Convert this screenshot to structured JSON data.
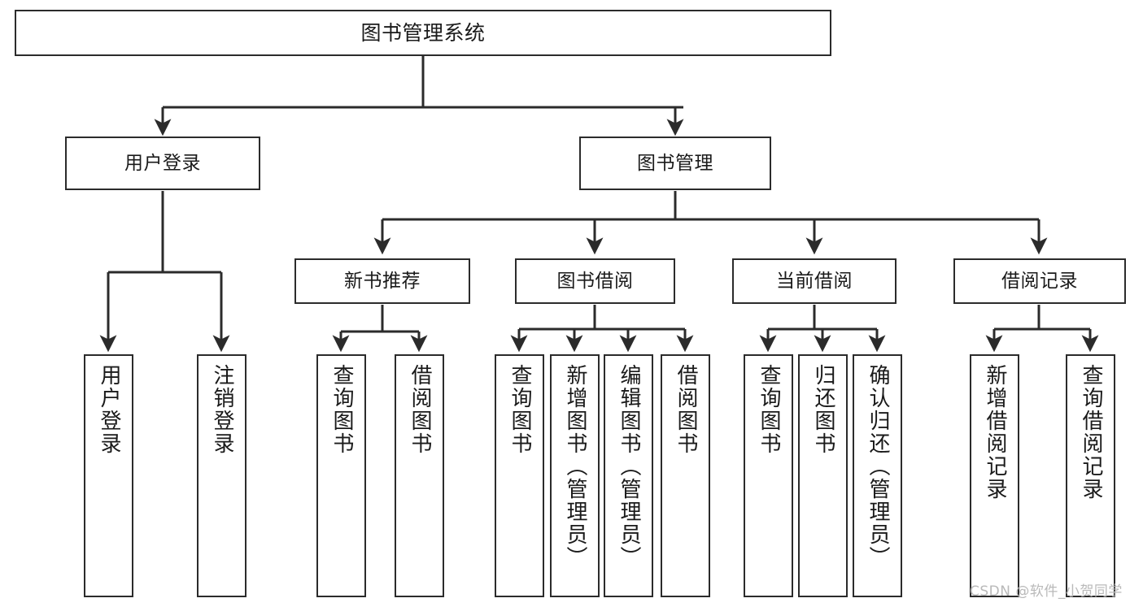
{
  "diagram": {
    "type": "tree-hierarchy",
    "title": "图书管理系统",
    "root": {
      "label": "图书管理系统"
    },
    "level2": [
      {
        "label": "用户登录"
      },
      {
        "label": "图书管理"
      }
    ],
    "level3": [
      {
        "label": "新书推荐"
      },
      {
        "label": "图书借阅"
      },
      {
        "label": "当前借阅"
      },
      {
        "label": "借阅记录"
      }
    ],
    "leaves": {
      "user_login": [
        {
          "label": "用户登录"
        },
        {
          "label": "注销登录"
        }
      ],
      "new_book_recommend": [
        {
          "label": "查询图书"
        },
        {
          "label": "借阅图书"
        }
      ],
      "book_borrow": [
        {
          "label": "查询图书"
        },
        {
          "label": "新增图书（管理员）"
        },
        {
          "label": "编辑图书（管理员）"
        },
        {
          "label": "借阅图书"
        }
      ],
      "current_borrow": [
        {
          "label": "查询图书"
        },
        {
          "label": "归还图书"
        },
        {
          "label": "确认归还（管理员）"
        }
      ],
      "borrow_record": [
        {
          "label": "新增借阅记录"
        },
        {
          "label": "查询借阅记录"
        }
      ]
    },
    "watermark": "CSDN @软件_小贺同学",
    "colors": {
      "stroke": "#2b2b2b",
      "fill": "#ffffff",
      "text": "#1a1a1a",
      "watermark": "#b9b9b9"
    }
  }
}
